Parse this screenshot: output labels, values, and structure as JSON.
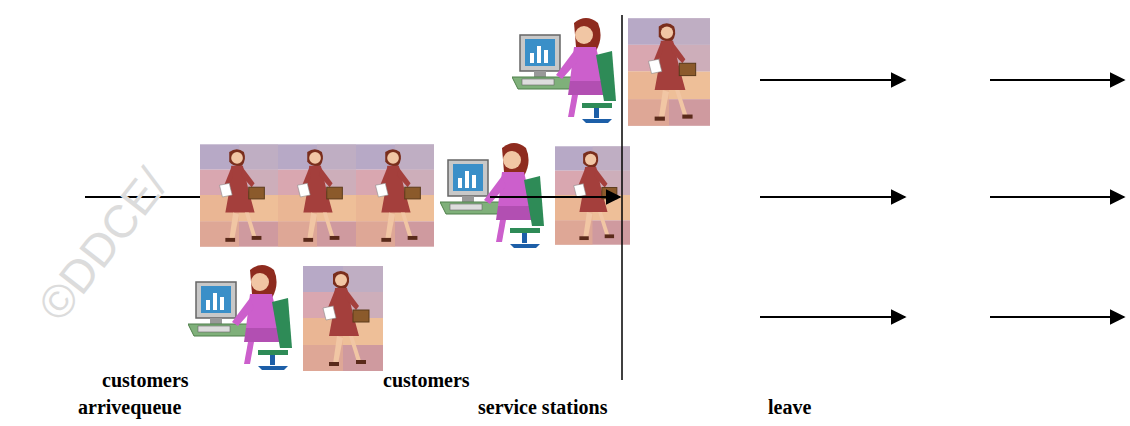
{
  "diagram": {
    "labels": [
      "customers",
      "arrivequeue",
      "customers",
      "service stations",
      "leave",
      "©DDCE/"
    ]
  }
}
